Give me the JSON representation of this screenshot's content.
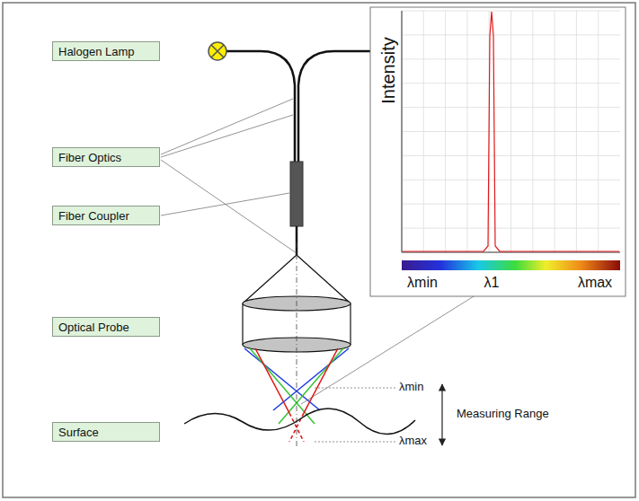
{
  "diagram": {
    "nodes": [
      {
        "text": [
          "Halogen Lamp"
        ]
      },
      {
        "text": [
          "Fiber Optics"
        ]
      },
      {
        "text": [
          "Fiber Coupler"
        ]
      },
      {
        "text": [
          "Optical Probe"
        ]
      },
      {
        "text": [
          "Surface"
        ]
      }
    ],
    "labels": [
      "Intensity",
      "λmin",
      "λ1",
      "λmax",
      "λmin",
      "λmax",
      "Measuring Range"
    ]
  }
}
